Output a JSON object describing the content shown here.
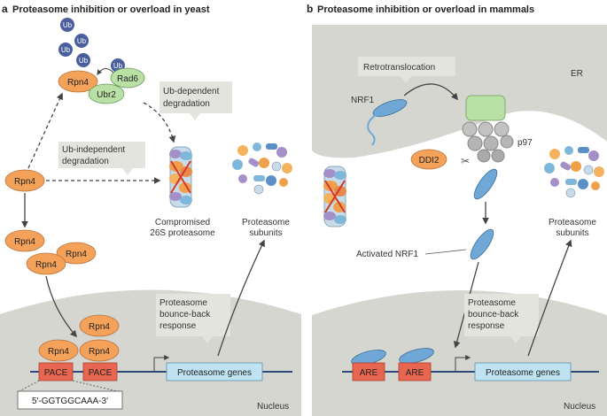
{
  "panels": {
    "a": {
      "letter": "a",
      "title": "Proteasome inhibition or overload in yeast",
      "ub": [
        "Ub",
        "Ub",
        "Ub",
        "Ub",
        "Ub"
      ],
      "rpn4": "Rpn4",
      "ubr2": "Ubr2",
      "rad6": "Rad6",
      "ub_dependent": [
        "Ub-dependent",
        "degradation"
      ],
      "ub_independent": [
        "Ub-independent",
        "degradation"
      ],
      "compromised": [
        "Compromised",
        "26S proteasome"
      ],
      "subunits": [
        "Proteasome",
        "subunits"
      ],
      "bounce": [
        "Proteasome",
        "bounce-back",
        "response"
      ],
      "pace": "PACE",
      "genes": "Proteasome genes",
      "sequence": "5′-GGTGGCAAA-3′",
      "nucleus": "Nucleus"
    },
    "b": {
      "letter": "b",
      "title": "Proteasome inhibition or overload in mammals",
      "retro": "Retrotranslocation",
      "er": "ER",
      "nrf1": "NRF1",
      "p97": "p97",
      "ddi2": "DDI2",
      "activated": "Activated NRF1",
      "subunits": [
        "Proteasome",
        "subunits"
      ],
      "bounce": [
        "Proteasome",
        "bounce-back",
        "response"
      ],
      "are": "ARE",
      "genes": "Proteasome genes",
      "nucleus": "Nucleus"
    }
  },
  "colors": {
    "orange": "#f4a25a",
    "green": "#b9e0a5",
    "ub_blue": "#4a5f9e",
    "nrf_blue": "#6fa8d6",
    "gray": "#d6d6d1",
    "callout": "#e4e4de",
    "box_red": "#e8664f",
    "gene_blue": "#bfe3f0",
    "dna": "#2e4a7d"
  }
}
